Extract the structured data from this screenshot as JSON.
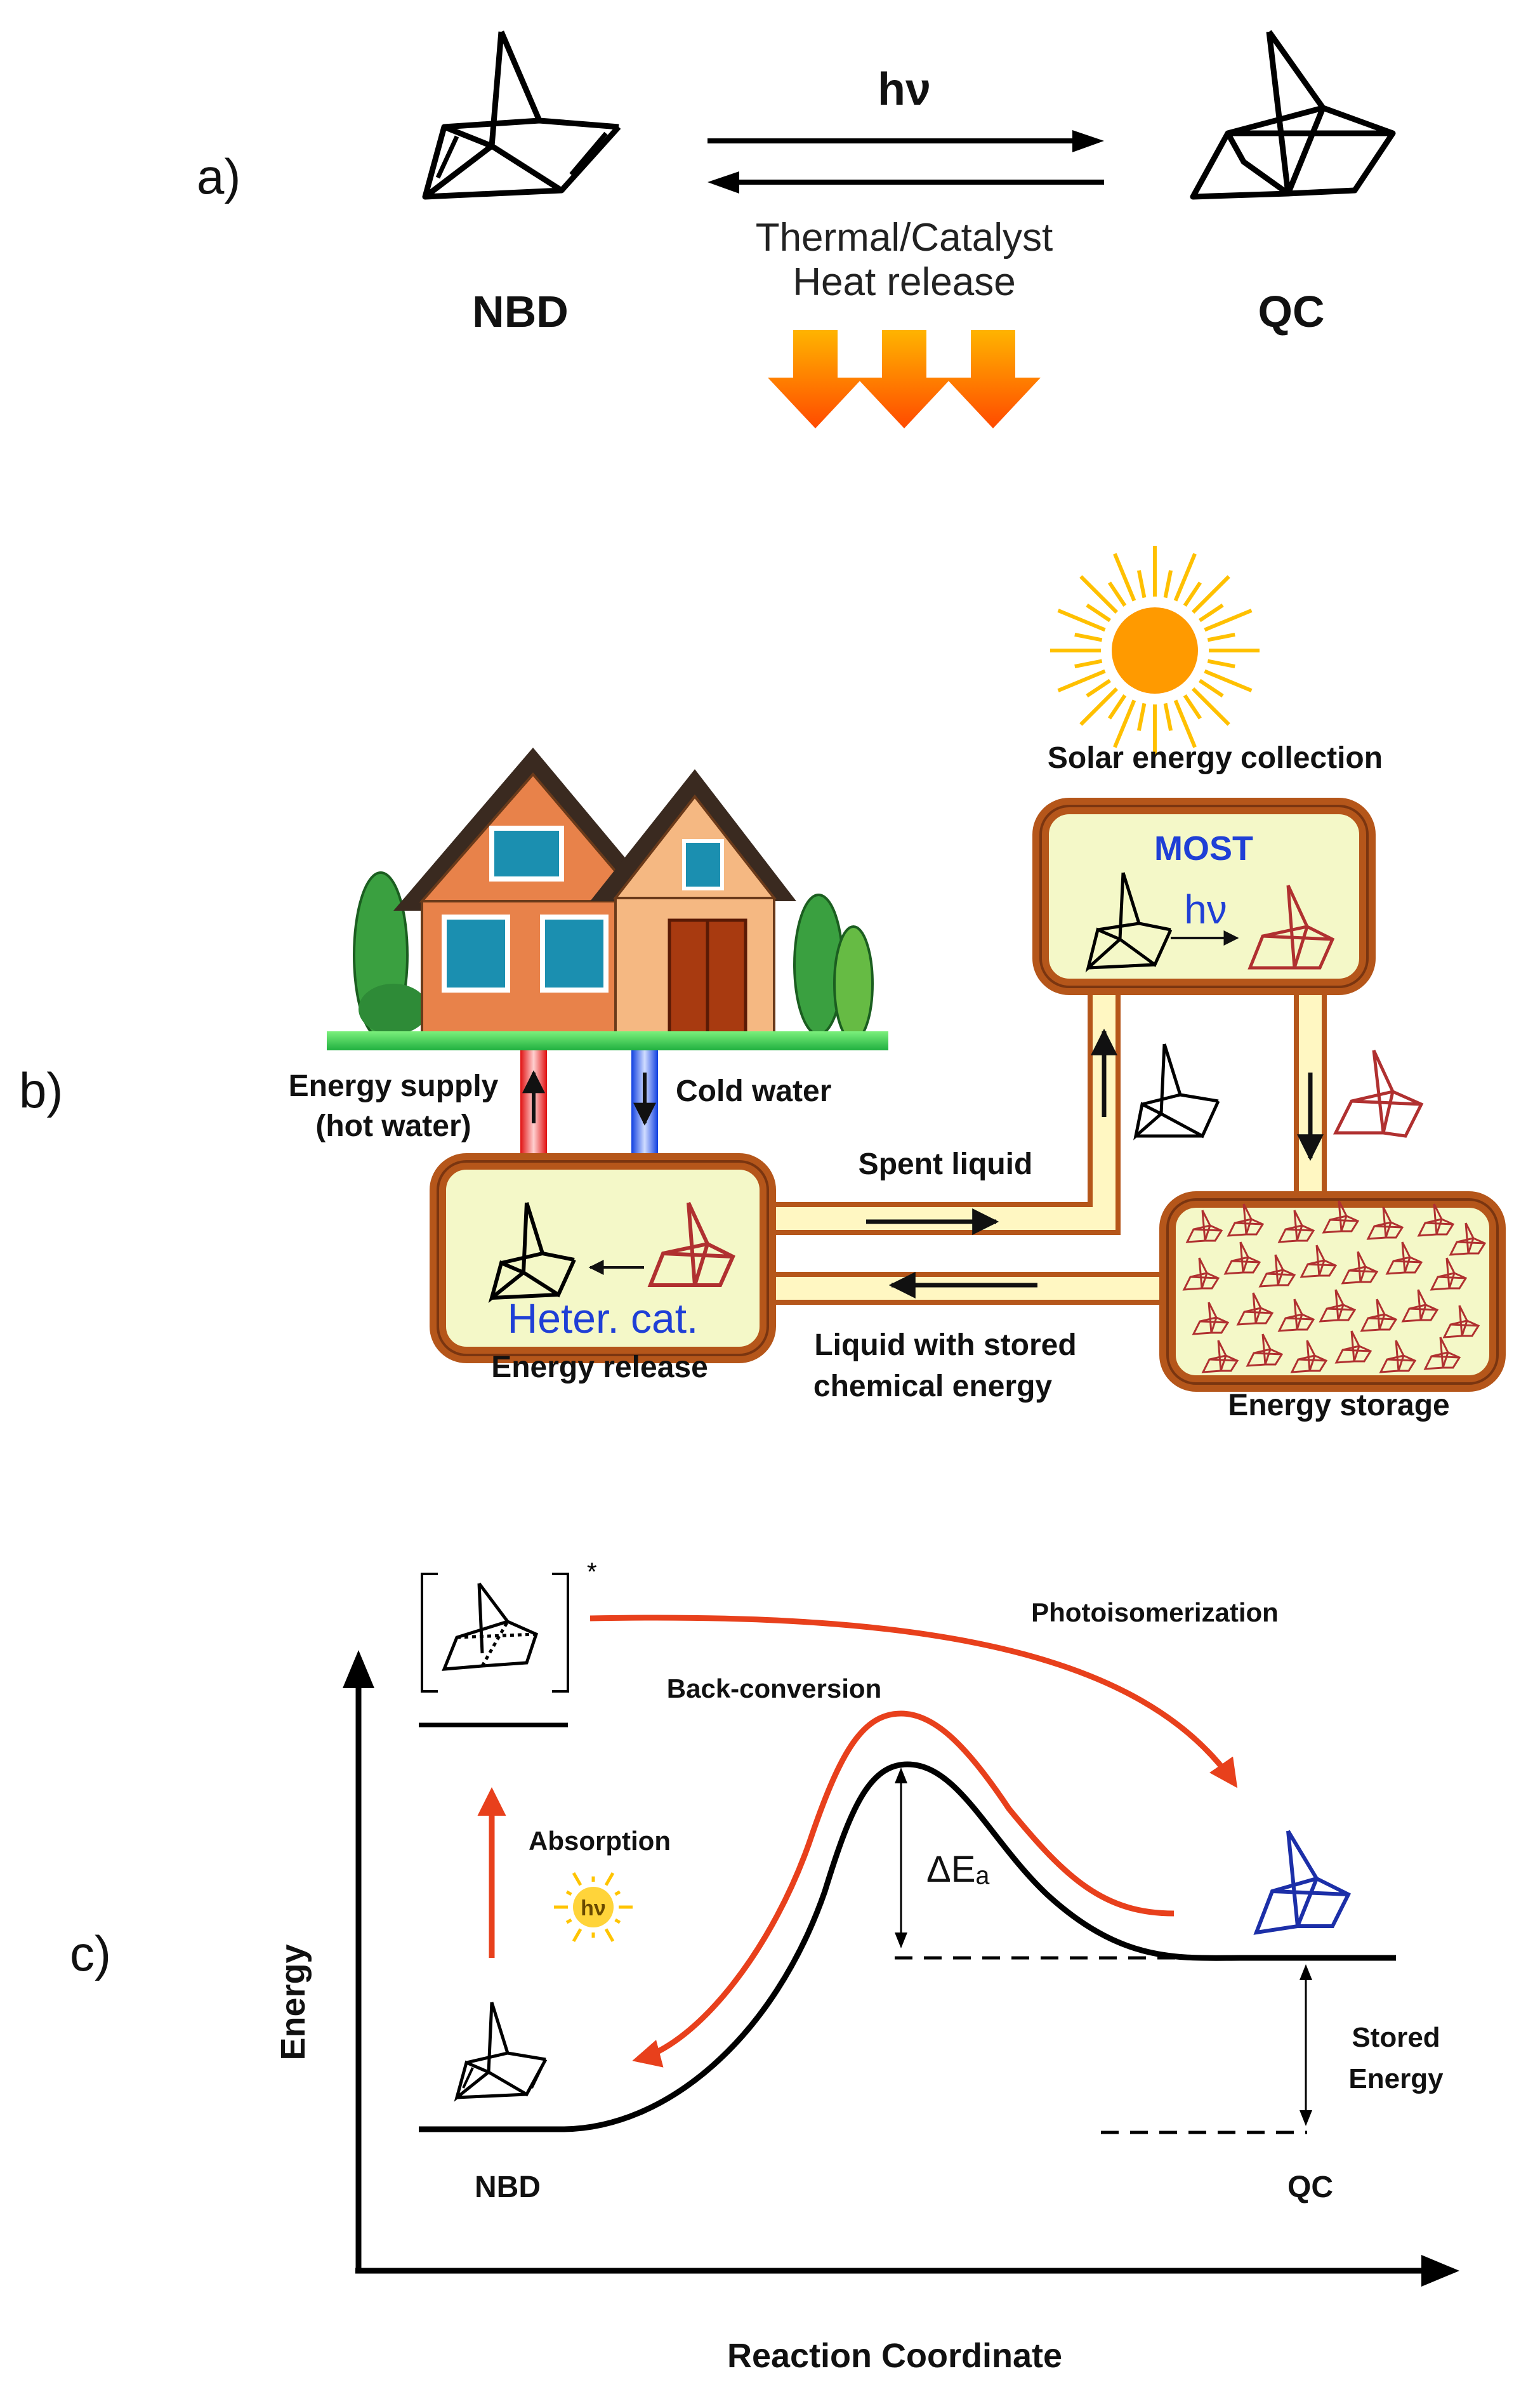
{
  "panel_a": {
    "label": "a)",
    "left_name": "NBD",
    "right_name": "QC",
    "forward_label": "hν",
    "reverse_label_1": "Thermal/Catalyst",
    "reverse_label_2": "Heat release"
  },
  "panel_b": {
    "label": "b)",
    "solar": "Solar energy collection",
    "most_title": "MOST",
    "most_hv": "hν",
    "energy_supply_1": "Energy supply",
    "energy_supply_2": "(hot water)",
    "cold_water": "Cold water",
    "spent_liquid": "Spent liquid",
    "stored_1": "Liquid with stored",
    "stored_2": "chemical energy",
    "heter_cat": "Heter. cat.",
    "energy_release": "Energy release",
    "energy_storage": "Energy storage"
  },
  "panel_c": {
    "label": "c)",
    "y_axis": "Energy",
    "x_axis": "Reaction Coordinate",
    "photoisomerization": "Photoisomerization",
    "back_conversion": "Back-conversion",
    "absorption": "Absorption",
    "hv": "hν",
    "delta_ea": "ΔEₐ",
    "stored_1": "Stored",
    "stored_2": "Energy",
    "nbd": "NBD",
    "qc": "QC",
    "excited_mark": "*"
  },
  "colors": {
    "orange_arrow": "#ff5a00",
    "pipe_fill": "#fff7c2",
    "pipe_border": "#b5561a",
    "most_blue": "#1f3fd6",
    "qc_red": "#b03030",
    "curve_red": "#e8401c",
    "qc_blue": "#1c2fa8",
    "sun": "#ff9a00"
  }
}
